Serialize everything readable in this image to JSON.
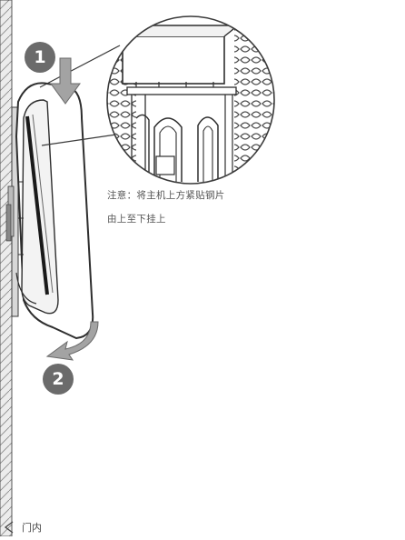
{
  "steps": [
    "1",
    "2"
  ],
  "note": {
    "line1": "注意：将主机上方紧贴钢片",
    "line2": "由上至下挂上"
  },
  "wall_label": "门内",
  "colors": {
    "line": "#3a3a3a",
    "step_badge": "#6b6b6b",
    "arrow_fill": "#8a8a8a",
    "wall_fill": "#e6e6e6"
  }
}
